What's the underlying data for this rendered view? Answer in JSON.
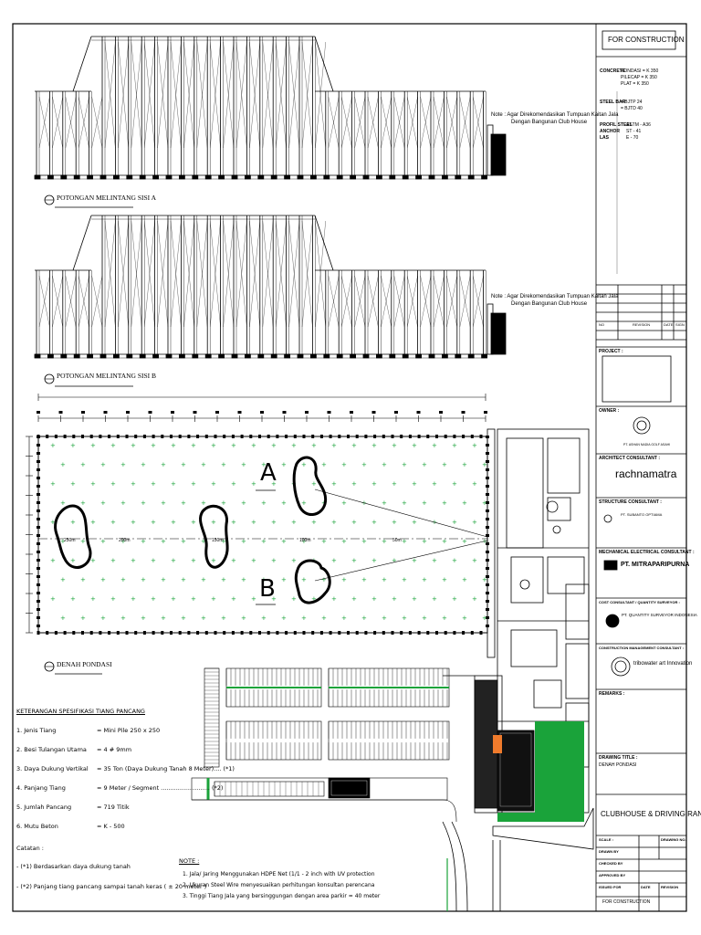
{
  "sections": {
    "section_a_title": "POTONGAN MELINTANG SISI A",
    "section_b_title": "POTONGAN MELINTANG SISI B",
    "plan_title": "DENAH PONDASI",
    "note_label": "Note : Agar Direkomendasikan Tumpuan Kaitan Jala",
    "note_line2": "Dengan Bangunan Club House",
    "label_a": "A",
    "label_b": "B",
    "distance_labels": [
      "50m",
      "100m",
      "150m",
      "250m",
      "200m"
    ]
  },
  "spec": {
    "title": "KETERANGAN SPESIFIKASI TIANG PANCANG",
    "items": [
      {
        "label": "1. Jenis Tiang",
        "value": "= Mini Pile  250 x 250"
      },
      {
        "label": "2. Besi Tulangan Utama",
        "value": "= 4 # 9mm"
      },
      {
        "label": "3. Daya Dukung Vertikal",
        "value": "= 35 Ton (Daya Dukung Tanah 8 Meter)....  (*1)"
      },
      {
        "label": "4. Panjang Tiang",
        "value": "= 9 Meter / Segment ..........................  (*2)"
      },
      {
        "label": "5. Jumlah Pancang",
        "value": "= 719 Titik"
      },
      {
        "label": "6. Mutu Beton",
        "value": "= K - 500"
      }
    ],
    "catatan_title": "Catatan :",
    "catatan": [
      "- (*1) Berdasarkan daya dukung tanah",
      "- (*2) Panjang tiang pancang sampai tanah keras ( ± 20 meter )"
    ]
  },
  "notes": {
    "title": "NOTE :",
    "items": [
      "1.    Jala/ Jaring Menggunakan HDPE Net (1/1 - 2 inch with UV protection",
      "2.    Ukuran Steel Wire menyesuaikan perhitungan konsultan perencana",
      "3.    Tinggi Tiang Jala yang bersinggungan dengan area parkir = 40 meter"
    ]
  },
  "titleblock": {
    "status": "FOR CONSTRUCTION",
    "concrete_label": "CONCRETE",
    "concrete_vals": [
      "PONDASI = K 350",
      "PILECAP = K 350",
      "PLAT     = K 350"
    ],
    "steel_label": "STEEL BAR",
    "steel_vals": [
      "= BJTP 24",
      "= BJTD 40"
    ],
    "profil_label": "PROFIL STEEL",
    "profil_val": "ASTM - A36",
    "anchor_label": "ANCHOR",
    "anchor_val": "ST - 41",
    "las_label": "LAS",
    "las_val": "E - 70",
    "owner_label": "OWNER :",
    "owner_name": "PT. ASHAN NADIA GOLF ASAHI",
    "architect_label": "ARCHITECT CONSULTANT :",
    "architect_name": "rachnamatra",
    "structure_label": "STRUCTURE CONSULTANT :",
    "structure_name": "PT. SUBANTO OPTIAMA",
    "mep_label": "MECHANICAL ELECTRICAL CONSULTANT :",
    "mep_name": "PT. MITRAPARIPURNA",
    "qs_label": "COST CONSULTANT / QUANTITY SURVEYOR :",
    "qs_name": "PT. QUANTITY SURVEYOR INDONESIA",
    "cm_label": "CONSTRUCTION MANAGEMENT CONSULTANT :",
    "cm_name": "tribowater art Innovation",
    "remarks_label": "REMARKS :",
    "drawing_title_label": "DRAWING TITLE :",
    "drawing_title_val": "DENAH PONDASI",
    "project_name": "CLUBHOUSE & DRIVING RANGE",
    "revision_headers": [
      "NO",
      "REVISION",
      "DATE",
      "SIGN"
    ],
    "scale_label": "SCALE :",
    "drawing_no_label": "DRAWING NO.",
    "drawn_label": "DRAWN BY",
    "checked_label": "CHECKED BY",
    "approved_label": "APPROVED BY",
    "issued_label": "ISSUED FOR",
    "date_label": "DATE",
    "rev_label": "REVISION",
    "footer_status": "FOR CONSTRUCTION"
  },
  "colors": {
    "ink": "#000000",
    "green": "#1aa33a",
    "orange": "#f07b2c"
  }
}
